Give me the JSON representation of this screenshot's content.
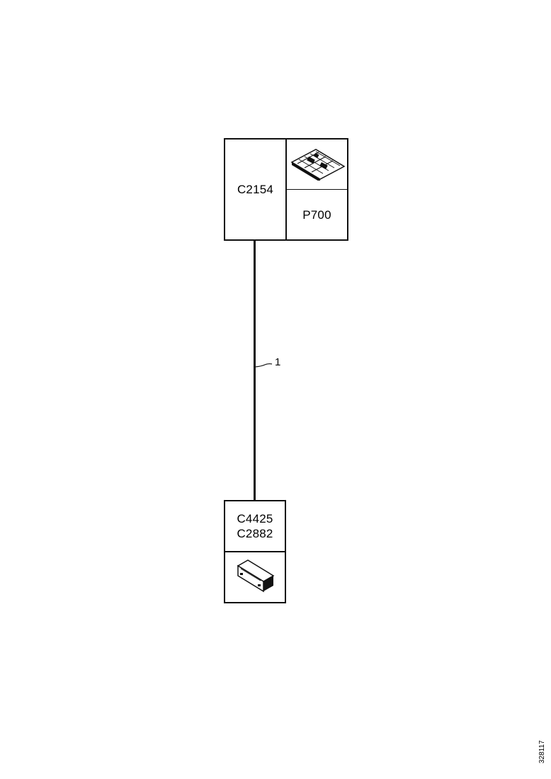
{
  "top_unit": {
    "connector_label": "C2154",
    "module_label": "P700",
    "module_icon": "circuit-board-icon"
  },
  "bottom_unit": {
    "connector_label_1": "C4425",
    "connector_label_2": "C2882",
    "module_icon": "control-module-icon"
  },
  "wire": {
    "callout": "1"
  },
  "reference": "328117"
}
